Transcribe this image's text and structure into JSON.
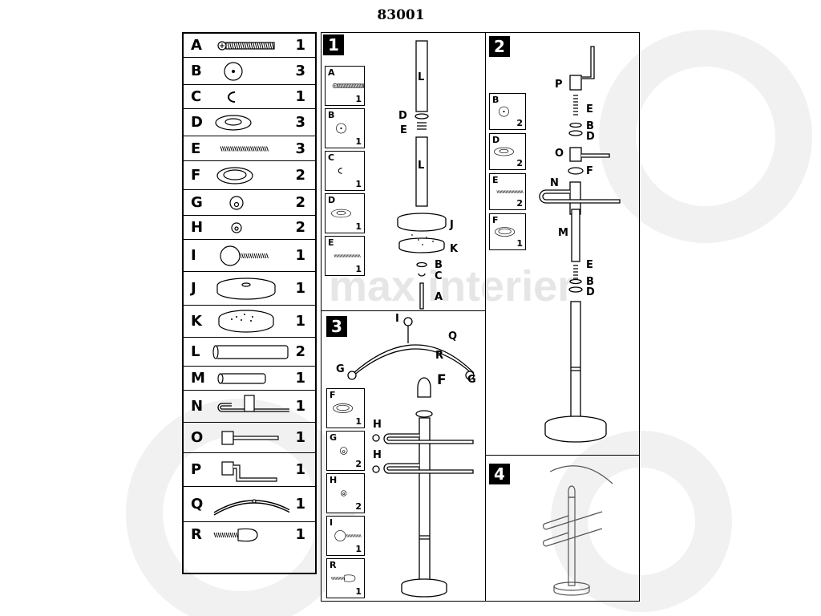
{
  "document": {
    "title": "83001",
    "watermark": "max interier"
  },
  "parts": [
    {
      "letter": "A",
      "qty": "1",
      "icon": "screw"
    },
    {
      "letter": "B",
      "qty": "3",
      "icon": "washer"
    },
    {
      "letter": "C",
      "qty": "1",
      "icon": "c-clip"
    },
    {
      "letter": "D",
      "qty": "3",
      "icon": "thick-washer"
    },
    {
      "letter": "E",
      "qty": "3",
      "icon": "spring"
    },
    {
      "letter": "F",
      "qty": "2",
      "icon": "ring-nut"
    },
    {
      "letter": "G",
      "qty": "2",
      "icon": "end-cap-large"
    },
    {
      "letter": "H",
      "qty": "2",
      "icon": "end-cap-small"
    },
    {
      "letter": "I",
      "qty": "1",
      "icon": "ball-knob"
    },
    {
      "letter": "J",
      "qty": "1",
      "icon": "base-plate"
    },
    {
      "letter": "K",
      "qty": "1",
      "icon": "base-weight"
    },
    {
      "letter": "L",
      "qty": "2",
      "icon": "long-tube"
    },
    {
      "letter": "M",
      "qty": "1",
      "icon": "short-tube"
    },
    {
      "letter": "N",
      "qty": "1",
      "icon": "u-trouser-bar"
    },
    {
      "letter": "O",
      "qty": "1",
      "icon": "t-connector"
    },
    {
      "letter": "P",
      "qty": "1",
      "icon": "l-connector"
    },
    {
      "letter": "Q",
      "qty": "1",
      "icon": "hanger-arc"
    },
    {
      "letter": "R",
      "qty": "1",
      "icon": "head-knob"
    }
  ],
  "steps": [
    {
      "number": "1",
      "parts_needed": [
        {
          "letter": "A",
          "qty": "1"
        },
        {
          "letter": "B",
          "qty": "1"
        },
        {
          "letter": "C",
          "qty": "1"
        },
        {
          "letter": "D",
          "qty": "1"
        },
        {
          "letter": "E",
          "qty": "1"
        }
      ],
      "callouts": [
        "L",
        "D",
        "E",
        "L",
        "J",
        "K",
        "B",
        "C",
        "A"
      ]
    },
    {
      "number": "2",
      "parts_needed": [
        {
          "letter": "B",
          "qty": "2"
        },
        {
          "letter": "D",
          "qty": "2"
        },
        {
          "letter": "E",
          "qty": "2"
        },
        {
          "letter": "F",
          "qty": "1"
        }
      ],
      "callouts": [
        "P",
        "E",
        "B",
        "D",
        "O",
        "F",
        "N",
        "M",
        "E",
        "B",
        "D"
      ]
    },
    {
      "number": "3",
      "parts_needed": [
        {
          "letter": "F",
          "qty": "1"
        },
        {
          "letter": "G",
          "qty": "2"
        },
        {
          "letter": "H",
          "qty": "2"
        },
        {
          "letter": "I",
          "qty": "1"
        },
        {
          "letter": "R",
          "qty": "1"
        }
      ],
      "callouts": [
        "I",
        "Q",
        "R",
        "G",
        "F",
        "G",
        "H",
        "H"
      ]
    },
    {
      "number": "4",
      "parts_needed": [],
      "callouts": []
    }
  ]
}
